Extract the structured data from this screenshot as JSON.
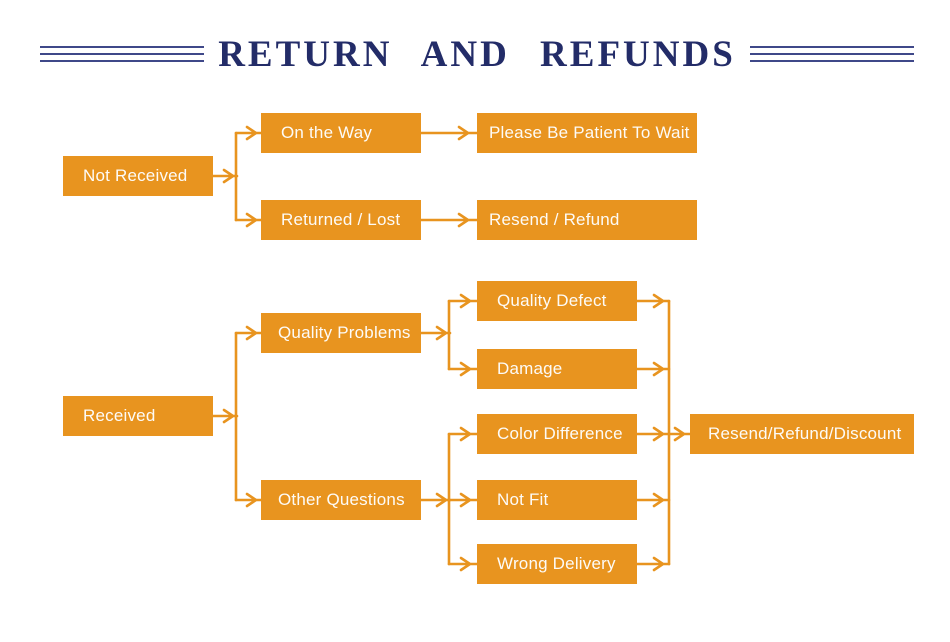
{
  "title": "RETURN AND REFUNDS",
  "colors": {
    "accent_orange": "#E8941F",
    "title_navy": "#232C68",
    "rule_blue": "#3F4889",
    "node_text": "#FDFBF7",
    "background": "#FFFFFF"
  },
  "nodes": {
    "not_received": {
      "label": "Not Received"
    },
    "on_the_way": {
      "label": "On the Way"
    },
    "please_be_patient": {
      "label": "Please Be Patient To Wait"
    },
    "returned_lost": {
      "label": "Returned / Lost"
    },
    "resend_refund": {
      "label": "Resend / Refund"
    },
    "received": {
      "label": "Received"
    },
    "quality_problems": {
      "label": "Quality Problems"
    },
    "quality_defect": {
      "label": "Quality Defect"
    },
    "damage": {
      "label": "Damage"
    },
    "other_questions": {
      "label": "Other Questions"
    },
    "color_difference": {
      "label": "Color Difference"
    },
    "not_fit": {
      "label": "Not Fit"
    },
    "wrong_delivery": {
      "label": "Wrong Delivery"
    },
    "resend_refund_discount": {
      "label": "Resend/Refund/Discount"
    }
  },
  "edges": [
    {
      "from": "not_received",
      "to": "on_the_way"
    },
    {
      "from": "not_received",
      "to": "returned_lost"
    },
    {
      "from": "on_the_way",
      "to": "please_be_patient"
    },
    {
      "from": "returned_lost",
      "to": "resend_refund"
    },
    {
      "from": "received",
      "to": "quality_problems"
    },
    {
      "from": "received",
      "to": "other_questions"
    },
    {
      "from": "quality_problems",
      "to": "quality_defect"
    },
    {
      "from": "quality_problems",
      "to": "damage"
    },
    {
      "from": "other_questions",
      "to": "color_difference"
    },
    {
      "from": "other_questions",
      "to": "not_fit"
    },
    {
      "from": "other_questions",
      "to": "wrong_delivery"
    },
    {
      "from": "quality_defect",
      "to": "resend_refund_discount"
    },
    {
      "from": "damage",
      "to": "resend_refund_discount"
    },
    {
      "from": "color_difference",
      "to": "resend_refund_discount"
    },
    {
      "from": "not_fit",
      "to": "resend_refund_discount"
    },
    {
      "from": "wrong_delivery",
      "to": "resend_refund_discount"
    }
  ]
}
